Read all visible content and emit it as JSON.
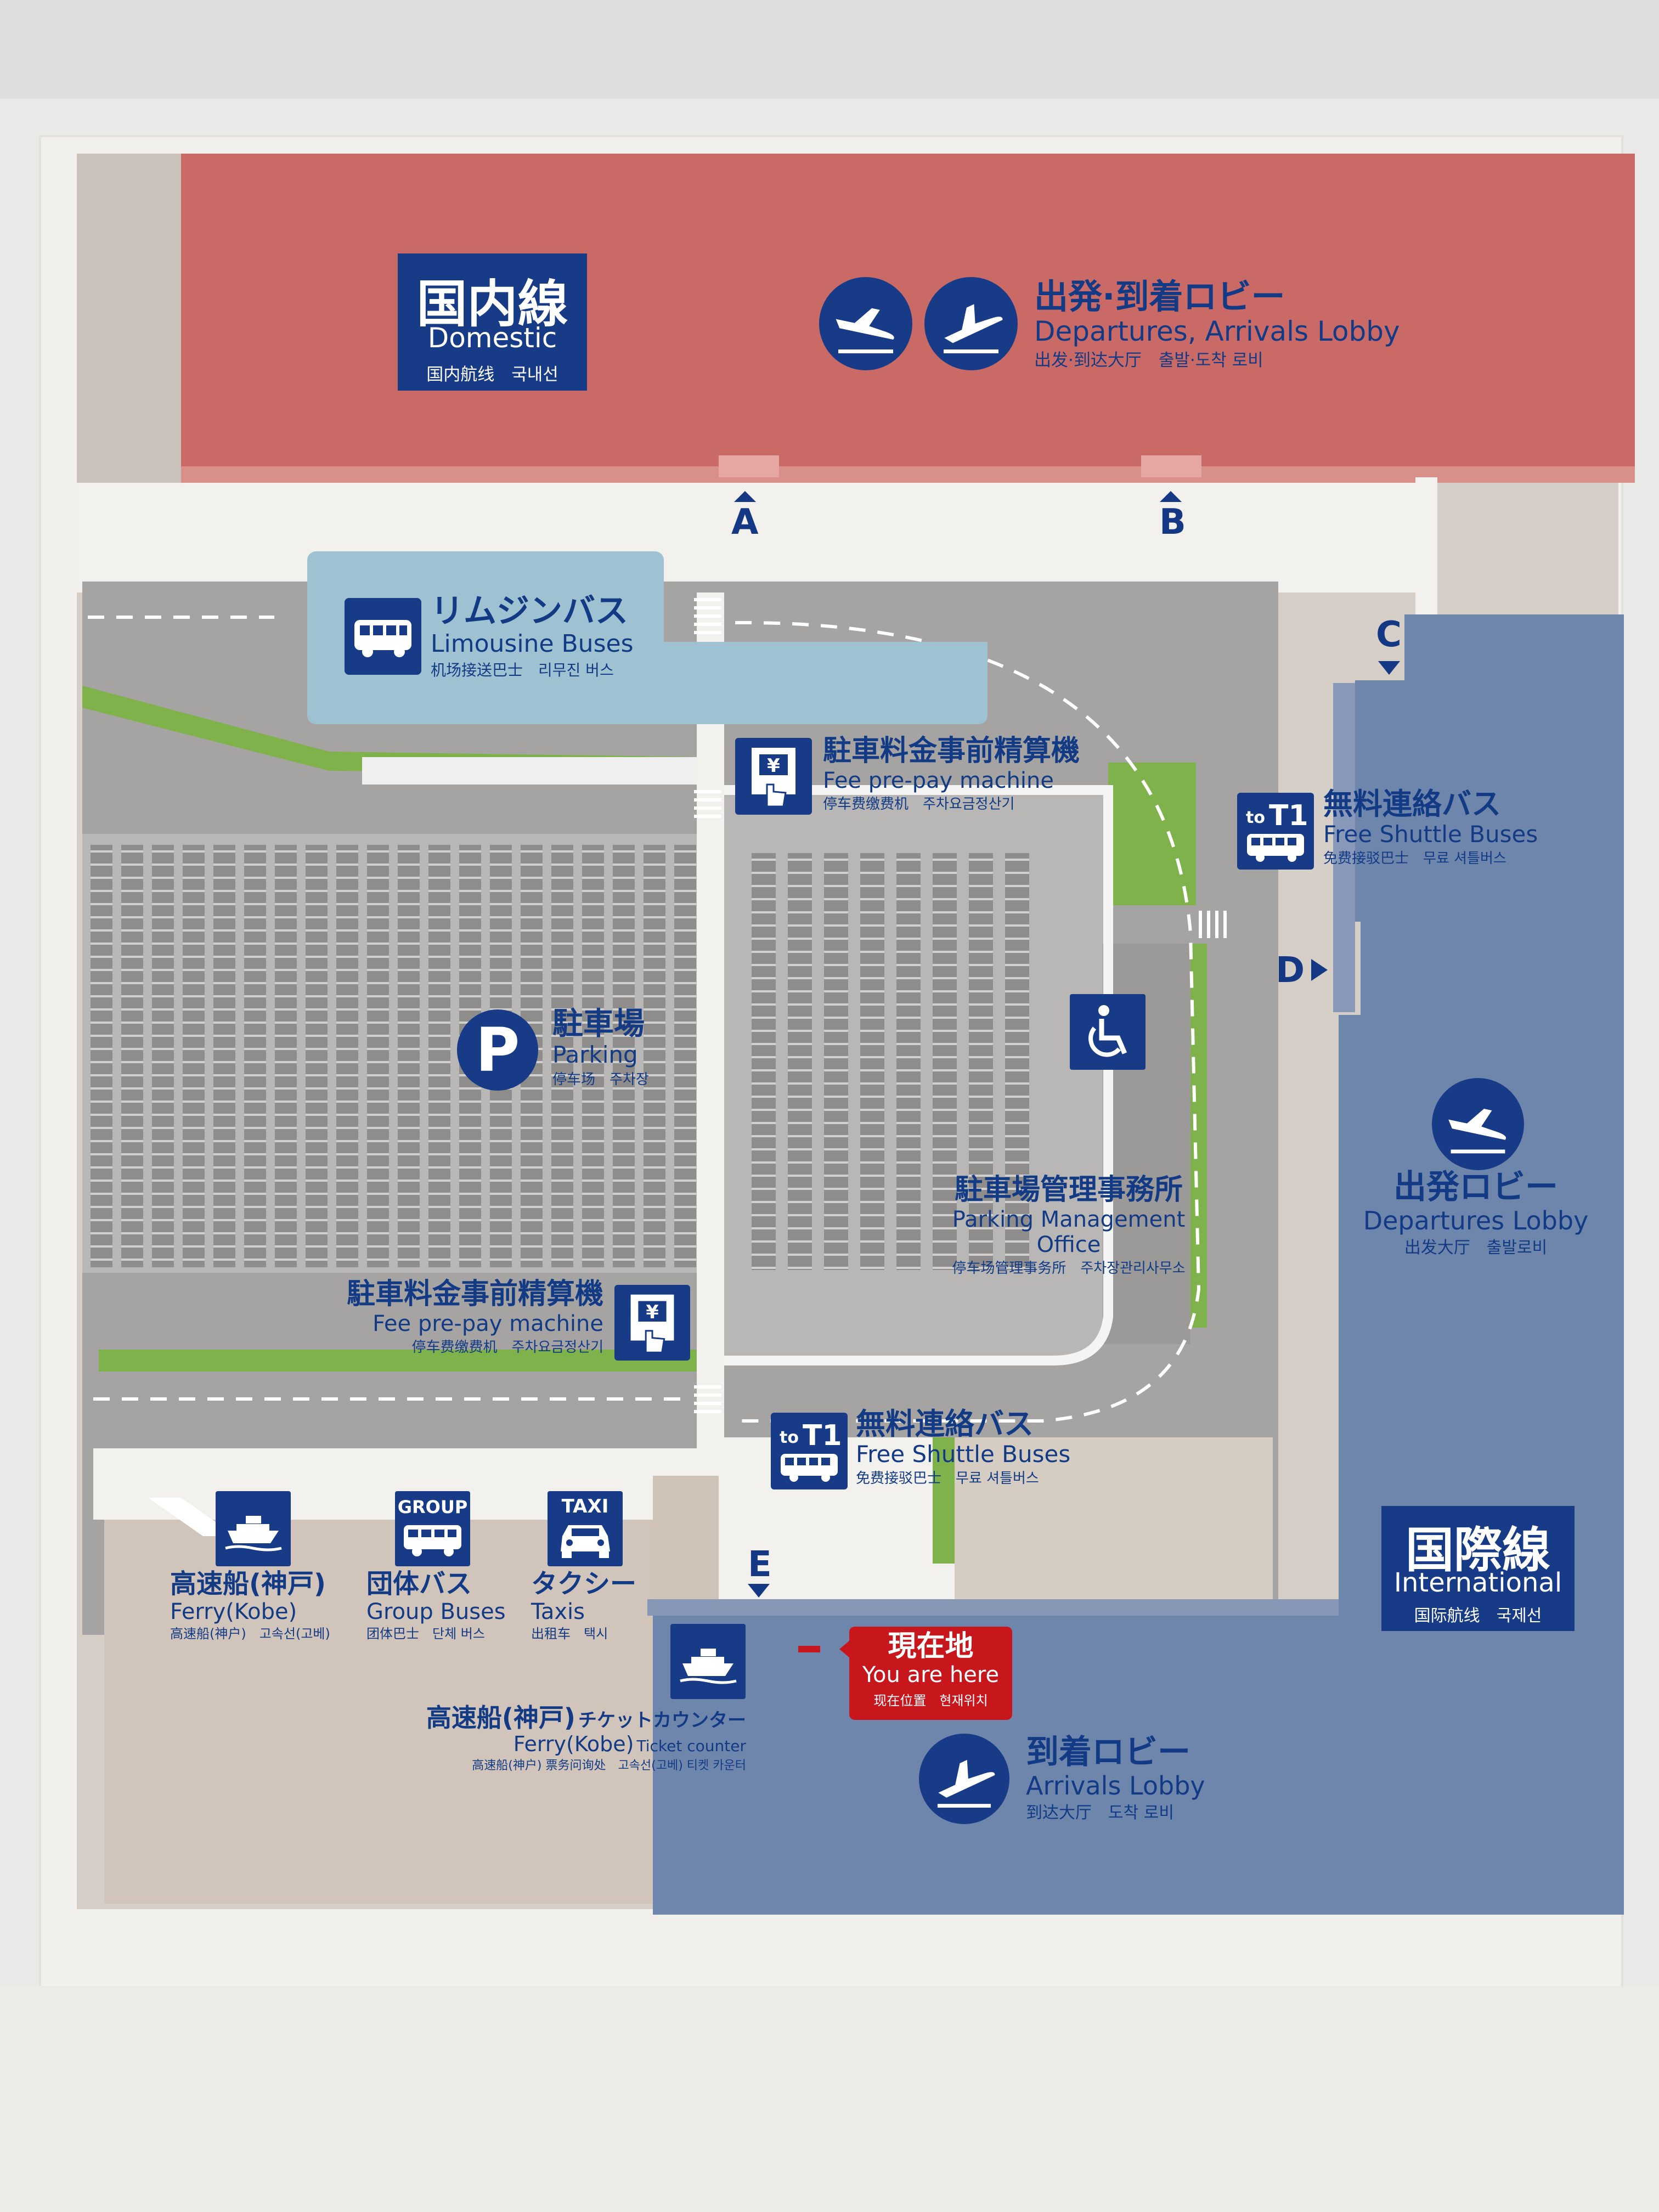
{
  "domestic": {
    "jp": "国内線",
    "en": "Domestic",
    "sub": "国内航线　국내선"
  },
  "dep_arr_lobby": {
    "jp": "出発·到着ロビー",
    "en": "Departures, Arrivals Lobby",
    "sub": "出发·到达大厅　출발·도착 로비"
  },
  "gates": {
    "a": "A",
    "b": "B",
    "c": "C",
    "d": "D",
    "e": "E"
  },
  "limousine": {
    "jp": "リムジンバス",
    "en": "Limousine Buses",
    "sub": "机场接送巴士　리무진 버스"
  },
  "fee_top": {
    "jp": "駐車料金事前精算機",
    "en": "Fee pre-pay machine",
    "sub": "停车费缴费机　주차요금정산기"
  },
  "fee_bottom": {
    "jp": "駐車料金事前精算機",
    "en": "Fee pre-pay machine",
    "sub": "停车费缴费机　주차요금정산기"
  },
  "shuttle_right": {
    "to": "to",
    "t1": "T1",
    "jp": "無料連絡バス",
    "en": "Free Shuttle Buses",
    "sub": "免费接驳巴士　무료 셔틀버스"
  },
  "shuttle_bottom": {
    "to": "to",
    "t1": "T1",
    "jp": "無料連絡バス",
    "en": "Free Shuttle Buses",
    "sub": "免费接驳巴士　무료 셔틀버스"
  },
  "parking": {
    "jp": "駐車場",
    "en": "Parking",
    "sub": "停车场　주차장",
    "symbol": "P"
  },
  "parking_office": {
    "jp": "駐車場管理事務所",
    "en": "Parking Management Office",
    "sub": "停车场管理事务所　주차장관리사무소"
  },
  "departures_lobby": {
    "jp": "出発ロビー",
    "en": "Departures Lobby",
    "sub": "出发大厅　출발로비"
  },
  "international": {
    "jp": "国際線",
    "en": "International",
    "sub": "国际航线　국제선"
  },
  "ferry": {
    "jp": "高速船(神戸)",
    "en": "Ferry(Kobe)",
    "sub": "高速船(神户)　고속선(고베)"
  },
  "group_bus": {
    "label": "GROUP",
    "jp": "団体バス",
    "en": "Group Buses",
    "sub": "团体巴士　단체 버스"
  },
  "taxi": {
    "label": "TAXI",
    "jp": "タクシー",
    "en": "Taxis",
    "sub": "出租车　택시"
  },
  "ferry_counter": {
    "jp": "高速船(神戸)",
    "jp2": "チケットカウンター",
    "en": "Ferry(Kobe)",
    "en2": "Ticket counter",
    "sub": "高速船(神户) 票务问询处　고속선(고베) 티켓 카운터"
  },
  "you_are_here": {
    "jp": "現在地",
    "en": "You are here",
    "sub": "现在位置　현재위치"
  },
  "arrivals_lobby": {
    "jp": "到着ロビー",
    "en": "Arrivals Lobby",
    "sub": "到达大厅　도착 로비"
  },
  "icons": [
    "departure-plane-icon",
    "arrival-plane-icon",
    "bus-icon",
    "yen-machine-icon",
    "wheelchair-icon",
    "ship-icon",
    "taxi-icon",
    "parking-icon"
  ],
  "colors": {
    "domestic": "#c96a66",
    "international": "#6f86ac",
    "navy": "#173b87",
    "limousine": "#9fc2d2",
    "you_are_here": "#c8161d",
    "grass": "#7fb24a",
    "road": "#999999",
    "parking_lot": "#b8b6b4"
  }
}
